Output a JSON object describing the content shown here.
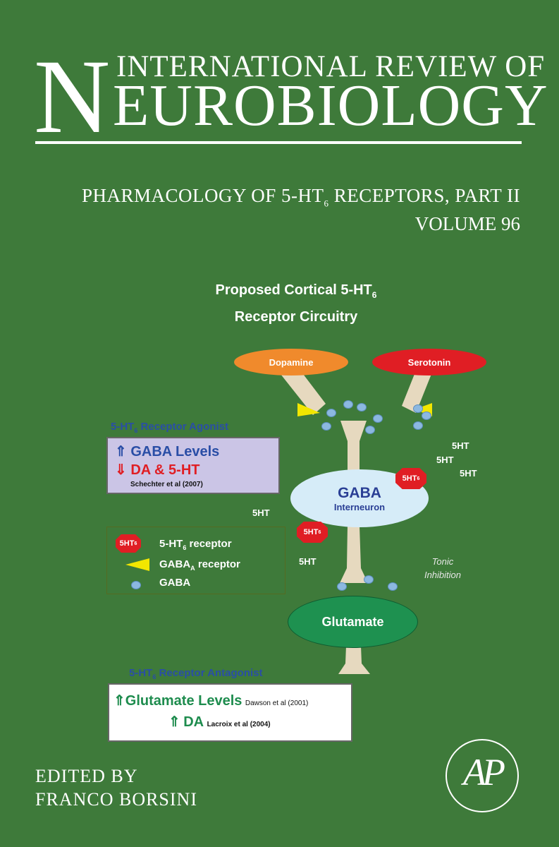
{
  "cover": {
    "series_line1": "INTERNATIONAL REVIEW OF",
    "series_big_initial": "N",
    "series_line2_rest": "EUROBIOLOGY",
    "volume_subtitle": "PHARMACOLOGY OF 5-HT",
    "subtitle_subscript": "6",
    "subtitle_rest": " RECEPTORS, PART II",
    "volume_label": "VOLUME 96",
    "edited_by": "EDITED BY",
    "editor": "FRANCO BORSINI",
    "publisher_logo": "AP"
  },
  "diagram": {
    "title_line1": "Proposed  Cortical 5-HT",
    "title_line1_sub": "6",
    "title_line2": "Receptor Circuitry",
    "dopamine": "Dopamine",
    "serotonin": "Serotonin",
    "gaba_title": "GABA",
    "gaba_sub": "Interneuron",
    "glutamate": "Glutamate",
    "hex_label": "5HT",
    "hex_sub": "6",
    "free_5ht": "5HT",
    "tonic": "Tonic",
    "inhibition": "Inhibition",
    "agonist_title": "5-HT",
    "agonist_title_sub": "6",
    "agonist_title_rest": " Receptor Agonist",
    "agonist_line1": "GABA Levels",
    "agonist_line2": "DA & 5-HT",
    "agonist_ref": "Schechter et al (2007)",
    "legend_receptor": "5-HT",
    "legend_receptor_sub": "6",
    "legend_receptor_rest": " receptor",
    "legend_gabaa": "GABA",
    "legend_gabaa_sub": "A",
    "legend_gabaa_rest": " receptor",
    "legend_gaba": "GABA",
    "antagonist_title": "5-HT",
    "antagonist_title_sub": "6",
    "antagonist_title_rest": " Receptor Antagonist",
    "antagonist_line1": "Glutamate Levels",
    "antagonist_ref1": "Dawson et al (2001)",
    "antagonist_line2": "DA",
    "antagonist_ref2": "Lacroix et al (2004)",
    "arrow_up": "⇑",
    "arrow_down": "⇓",
    "colors": {
      "background": "#3e7a3a",
      "dopamine": "#f08a2c",
      "serotonin": "#e01e24",
      "gaba_cell": "#d6ecf8",
      "glutamate": "#1e9150",
      "axon": "#e6d9bf",
      "gaba_receptor": "#f2e600",
      "agonist_box": "#cbc5e6",
      "antagonist_text": "#1e8c4e"
    }
  }
}
